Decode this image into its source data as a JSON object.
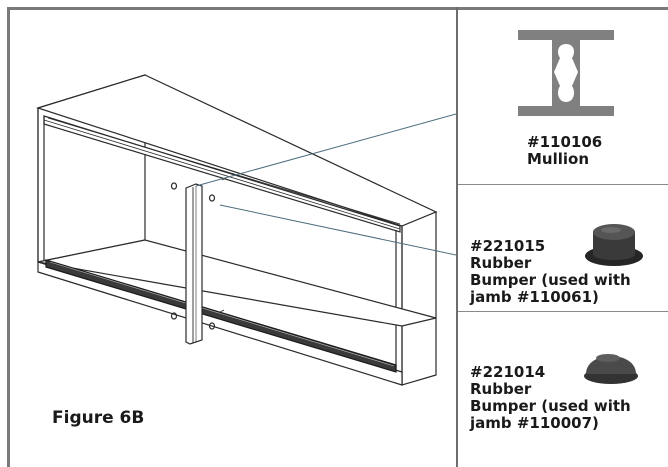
{
  "figure": {
    "title": "Figure 6B"
  },
  "parts": [
    {
      "number": "#110106",
      "name": "Mullion",
      "icon": "mullion-profile-icon",
      "color": "#808080"
    },
    {
      "number": "#221015",
      "line2": "Rubber",
      "line3": "Bumper (used with",
      "line4": "jamb #110061)",
      "icon": "rubber-bumper-tall-icon",
      "color": "#3a3a3a"
    },
    {
      "number": "#221014",
      "line2": "Rubber",
      "line3": "Bumper (used with",
      "line4": "jamb #110007)",
      "icon": "rubber-bumper-short-icon",
      "color": "#4a4a4a"
    }
  ]
}
